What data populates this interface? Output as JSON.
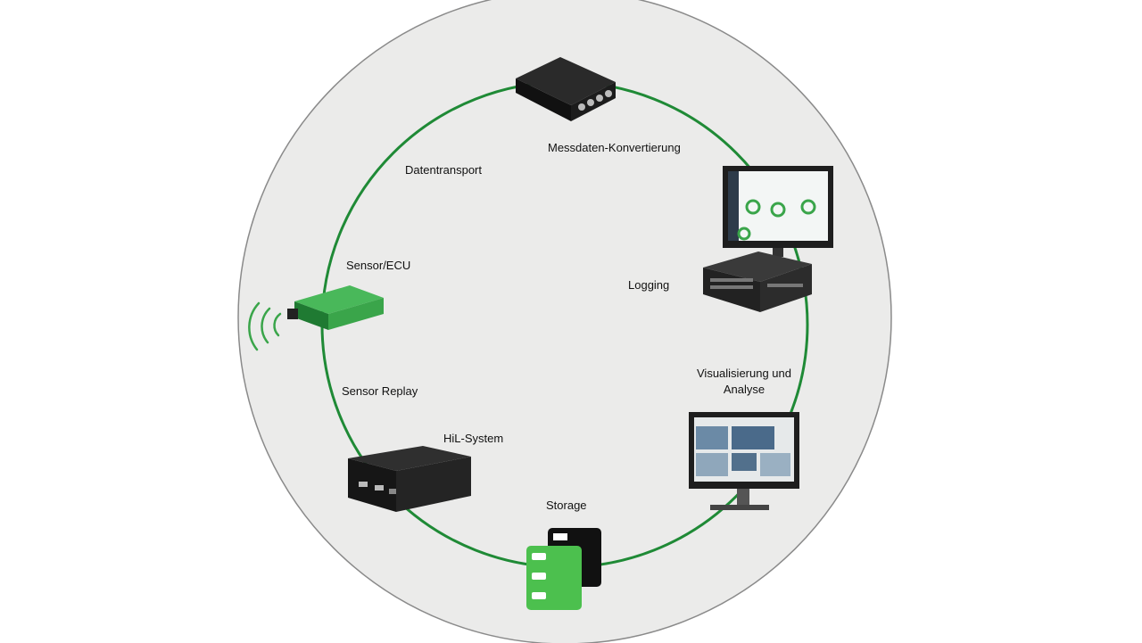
{
  "colors": {
    "background_disc": "#ebebea",
    "disc_border": "#8a8a8a",
    "cycle_ring": "#1f8a36",
    "device_dark": "#1b1b1b",
    "device_green": "#3aa54a",
    "storage_green": "#4cc04e"
  },
  "diagram": {
    "labels": {
      "messdaten": "Messdaten-Konvertierung",
      "datentransport": "Datentransport",
      "sensor_ecu": "Sensor/ECU",
      "logging": "Logging",
      "sensor_replay": "Sensor Replay",
      "visualisierung_line1": "Visualisierung und",
      "visualisierung_line2": "Analyse",
      "hil": "HiL-System",
      "storage": "Storage"
    },
    "icons": [
      "converter-box-icon",
      "monitor-dashboard-icon",
      "logger-rack-icon",
      "sensor-ecu-green-icon",
      "wireless-signal-icon",
      "hil-box-icon",
      "storage-stack-icon",
      "analysis-monitor-icon"
    ]
  }
}
